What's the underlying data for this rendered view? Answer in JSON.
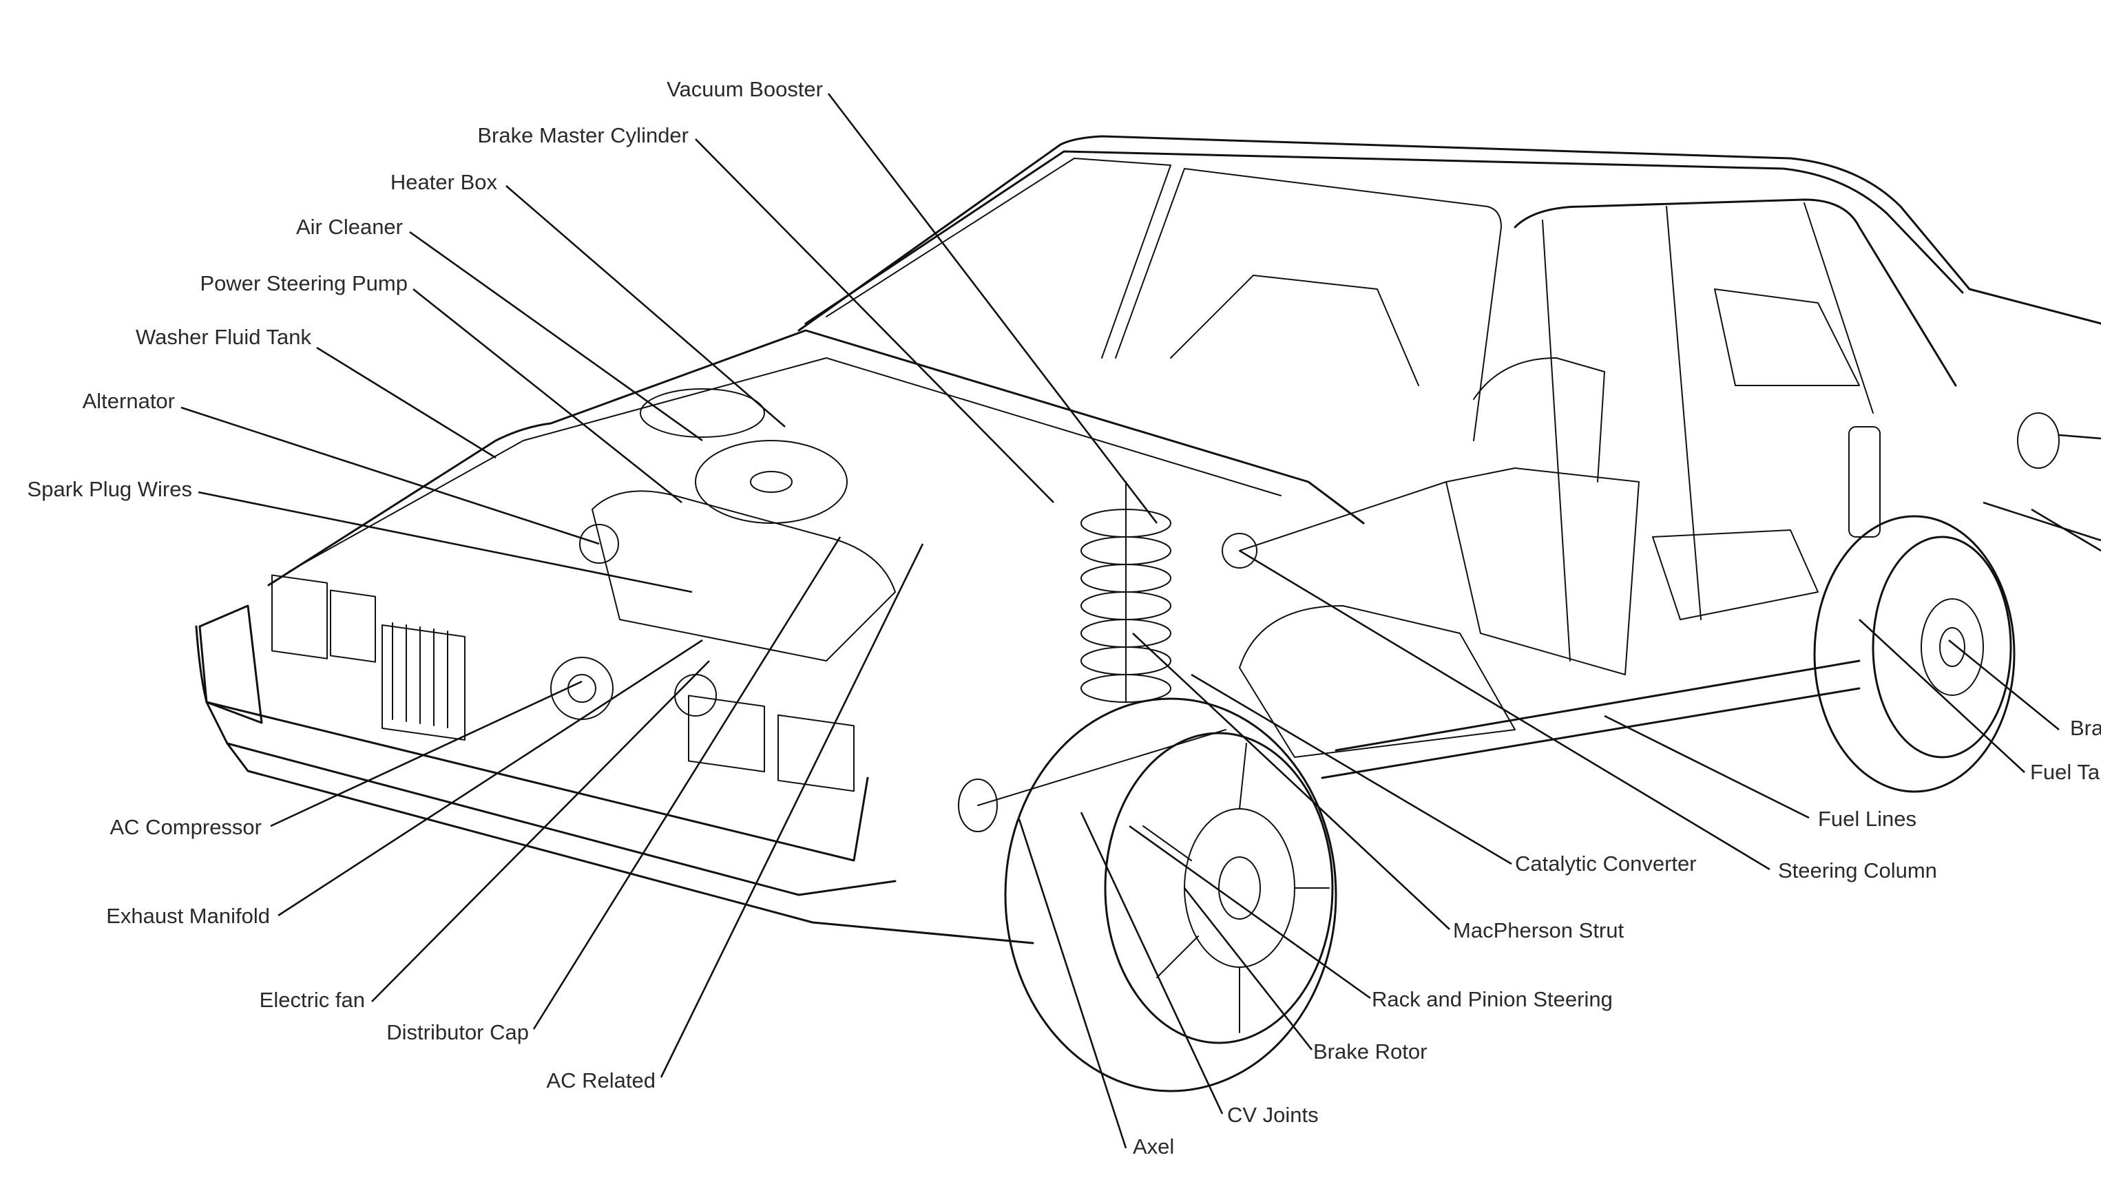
{
  "diagram": {
    "labels": {
      "vacuum_booster": "Vacuum Booster",
      "brake_master_cylinder": "Brake Master Cylinder",
      "heater_box": "Heater Box",
      "air_cleaner": "Air Cleaner",
      "power_steering_pump": "Power Steering Pump",
      "washer_fluid_tank": "Washer Fluid Tank",
      "alternator": "Alternator",
      "spark_plug_wires": "Spark Plug Wires",
      "ac_compressor": "AC Compressor",
      "exhaust_manifold": "Exhaust Manifold",
      "electric_fan": "Electric fan",
      "distributor_cap": "Distributor Cap",
      "ac_related": "AC Related",
      "axel": "Axel",
      "cv_joints": "CV Joints",
      "brake_rotor": "Brake Rotor",
      "rack_and_pinion": "Rack and Pinion Steering",
      "macpherson_strut": "MacPherson Strut",
      "catalytic_converter": "Catalytic Converter",
      "steering_column": "Steering Column",
      "fuel_lines": "Fuel Lines",
      "fuel_tank_partial": "Fuel Tar",
      "brake_partial": "Bra"
    }
  }
}
